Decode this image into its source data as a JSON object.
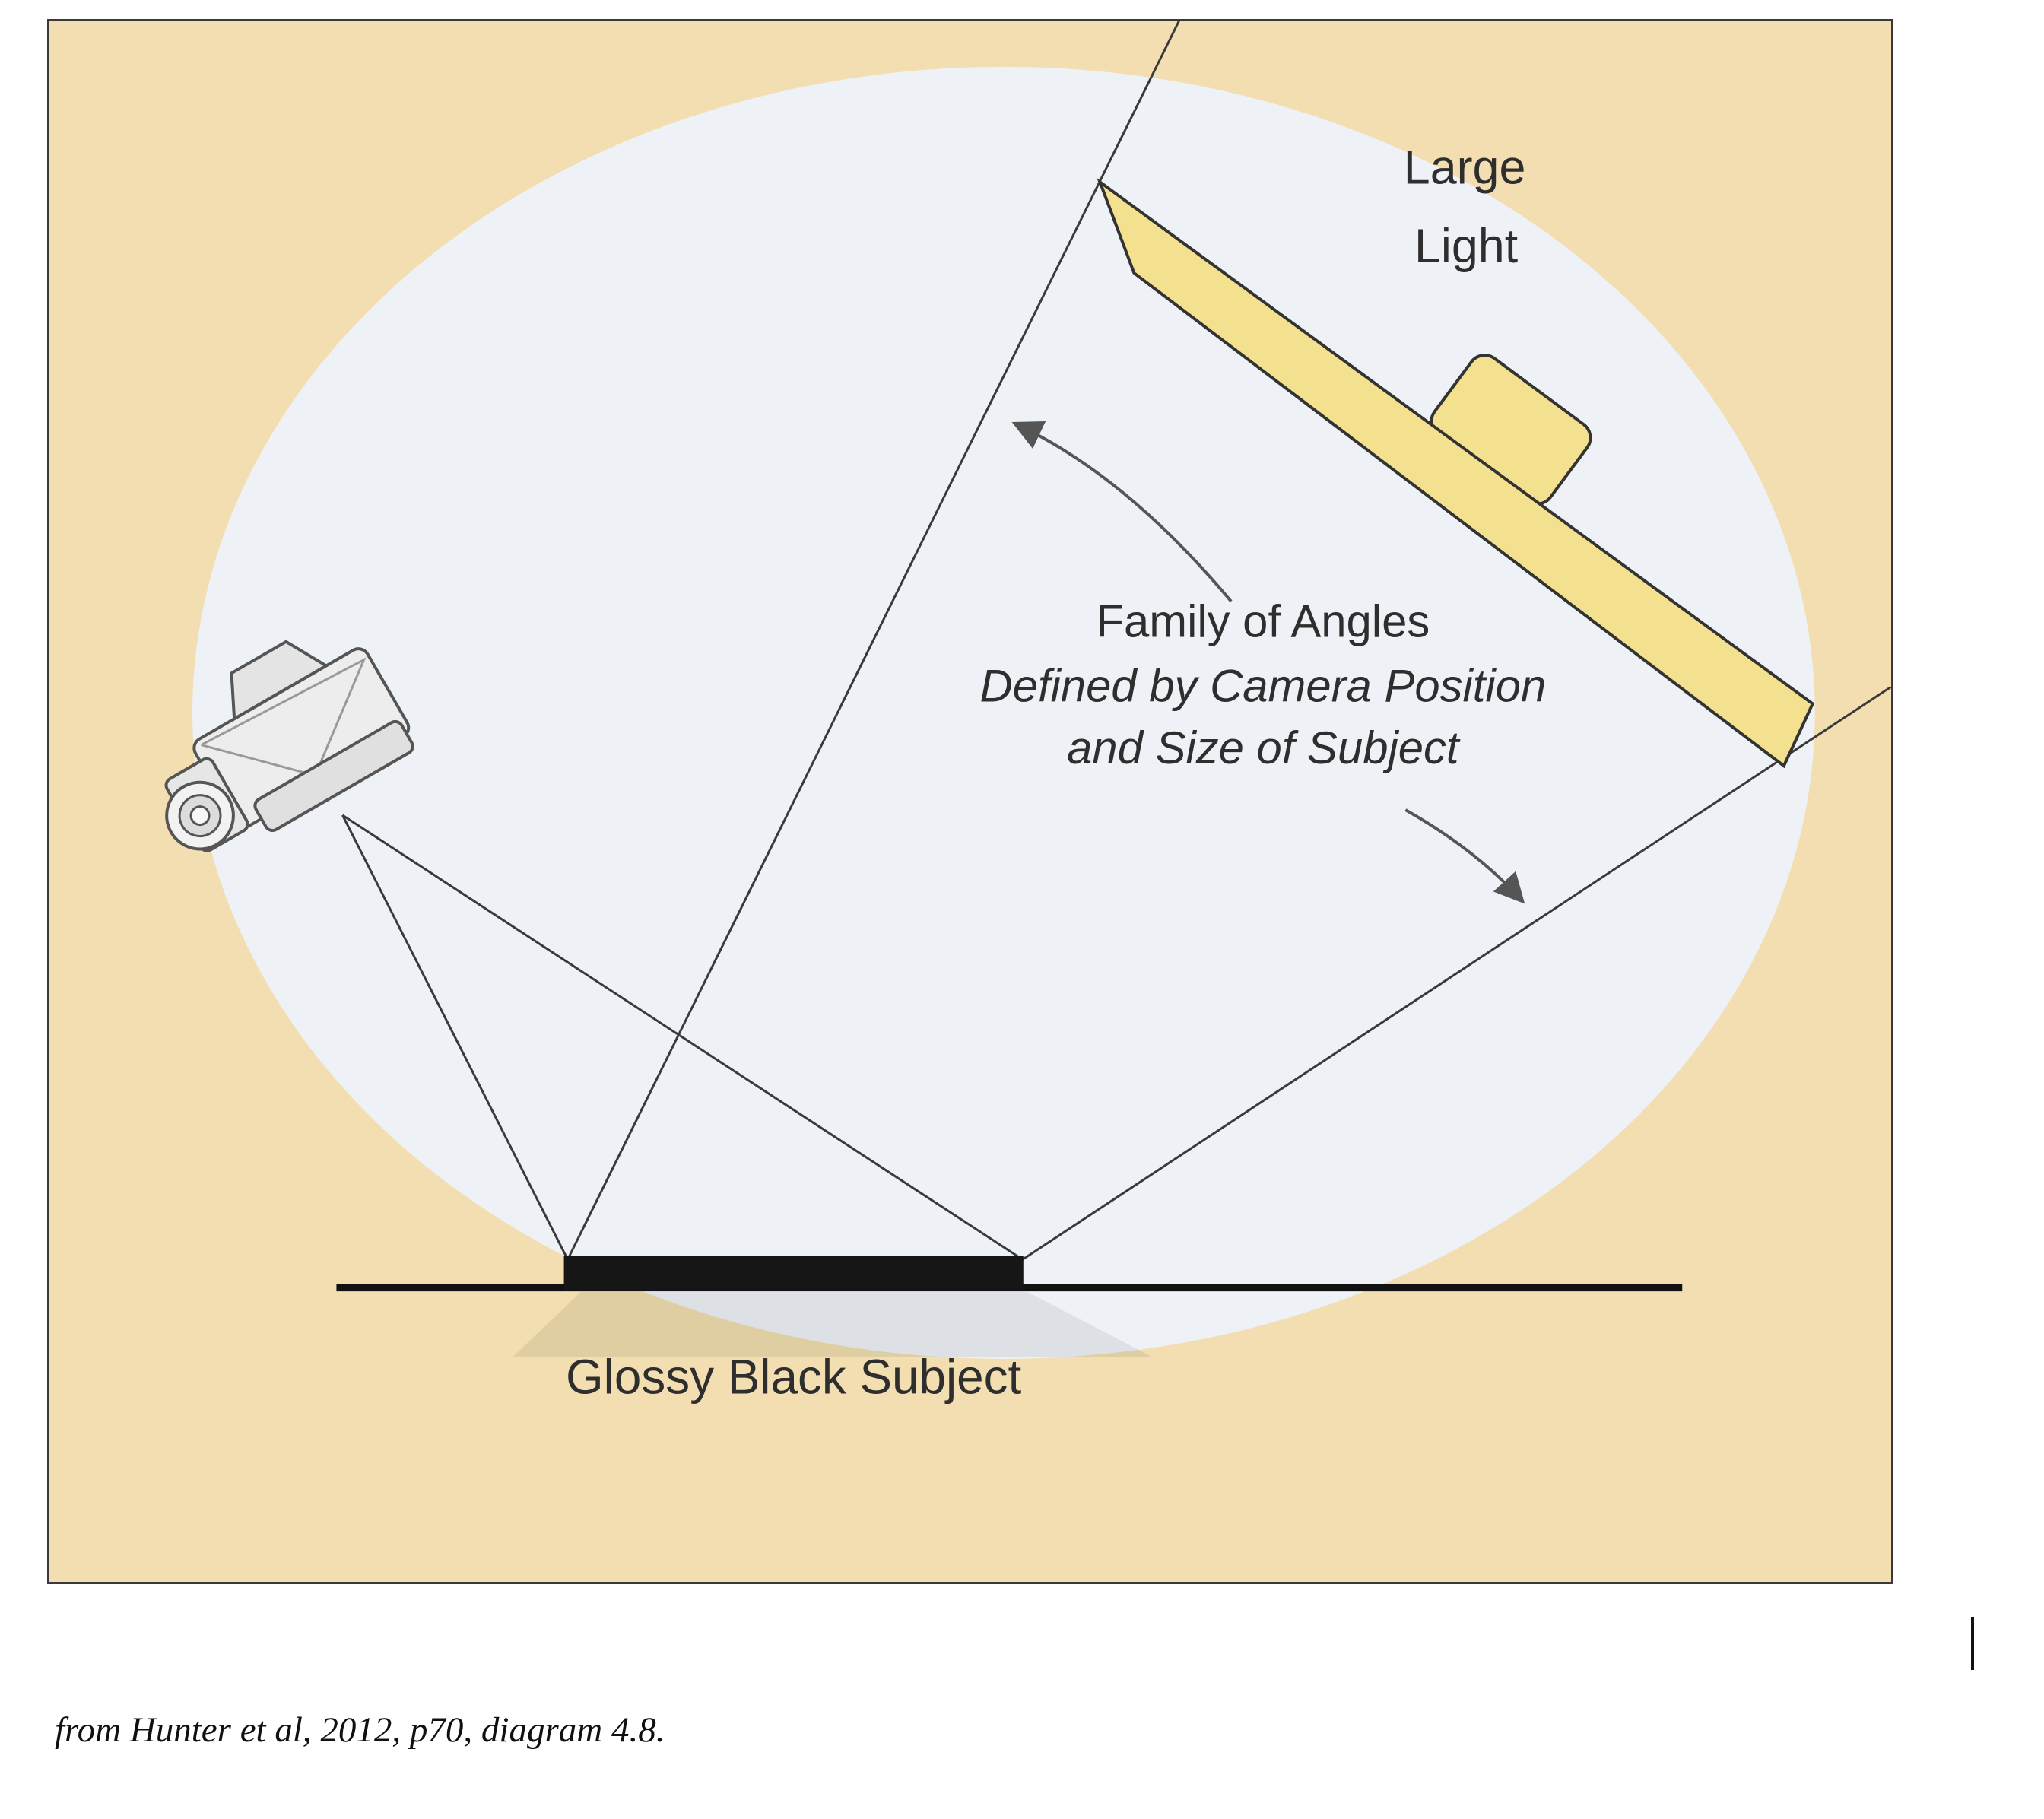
{
  "diagram": {
    "labels": {
      "light_line1": "Large",
      "light_line2": "Light",
      "family_line1": "Family of Angles",
      "family_line2": "Defined by Camera Position",
      "family_line3": "and Size of Subject",
      "subject": "Glossy Black Subject"
    },
    "colors": {
      "canvas_background": "#f2deb0",
      "beam_ellipse": "#eef2f7",
      "light_panel": "#f4e18f",
      "outline": "#3a3a3a",
      "subject_bar": "#161616",
      "arrow": "#555555",
      "text": "#2e2e2e"
    }
  },
  "caption": "from Hunter et al, 2012, p70, diagram 4.8."
}
